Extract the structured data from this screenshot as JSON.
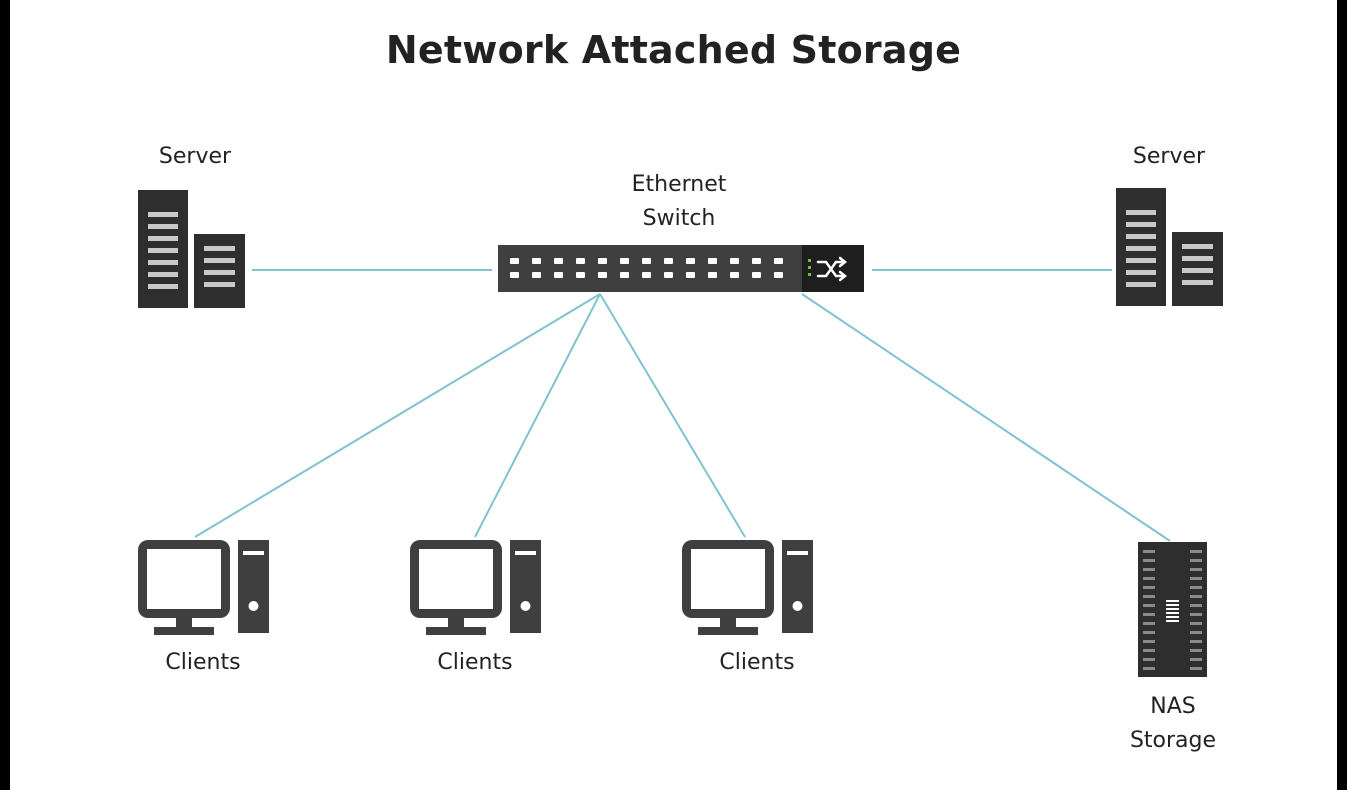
{
  "title": "Network Attached Storage",
  "colors": {
    "background": "#ffffff",
    "frame": "#000000",
    "text": "#222222",
    "device_dark": "#2e2e2e",
    "device_gray": "#3f3f3f",
    "slot_light": "#c8c8c8",
    "wire": "#7fc3cf",
    "switch_led": "#6dbf3a"
  },
  "nodes": {
    "server_left": {
      "label": "Server",
      "icon": "server-icon"
    },
    "server_right": {
      "label": "Server",
      "icon": "server-icon"
    },
    "switch": {
      "label_line1": "Ethernet",
      "label_line2": "Switch",
      "icon": "ethernet-switch-icon"
    },
    "client_1": {
      "label": "Clients",
      "icon": "desktop-computer-icon"
    },
    "client_2": {
      "label": "Clients",
      "icon": "desktop-computer-icon"
    },
    "client_3": {
      "label": "Clients",
      "icon": "desktop-computer-icon"
    },
    "nas": {
      "label_line1": "NAS",
      "label_line2": "Storage",
      "icon": "nas-storage-icon"
    }
  },
  "connections": [
    {
      "from": "server_left",
      "to": "switch"
    },
    {
      "from": "switch",
      "to": "server_right"
    },
    {
      "from": "switch",
      "to": "client_1"
    },
    {
      "from": "switch",
      "to": "client_2"
    },
    {
      "from": "switch",
      "to": "client_3"
    },
    {
      "from": "switch",
      "to": "nas"
    }
  ]
}
